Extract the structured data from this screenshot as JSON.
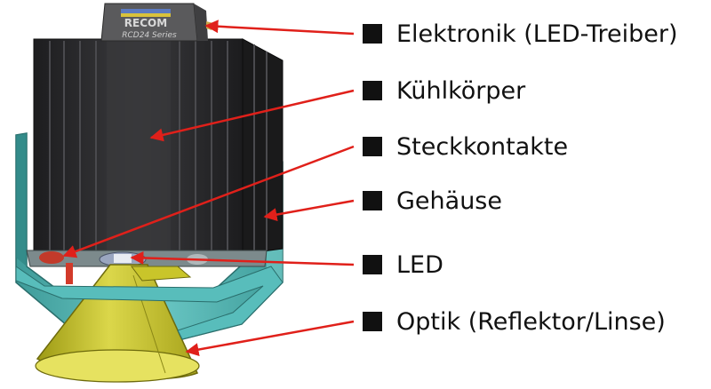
{
  "device": {
    "logo_text": "RECOM",
    "series_text": "RCD24 Series"
  },
  "labels": [
    {
      "id": "elektronik",
      "text": "Elektronik (LED-Treiber)"
    },
    {
      "id": "kuehlkoerper",
      "text": "Kühlkörper"
    },
    {
      "id": "steckkontakte",
      "text": "Steckkontakte"
    },
    {
      "id": "gehaeuse",
      "text": "Gehäuse"
    },
    {
      "id": "led",
      "text": "LED"
    },
    {
      "id": "optik",
      "text": "Optik (Reflektor/Linse)"
    }
  ],
  "colors": {
    "arrow": "#e0201a",
    "housing": "#4fb3b1",
    "heatsink": "#2e2e30",
    "reflector": "#c9c52a",
    "driver": "#5a5a5c",
    "bullet": "#111111"
  }
}
